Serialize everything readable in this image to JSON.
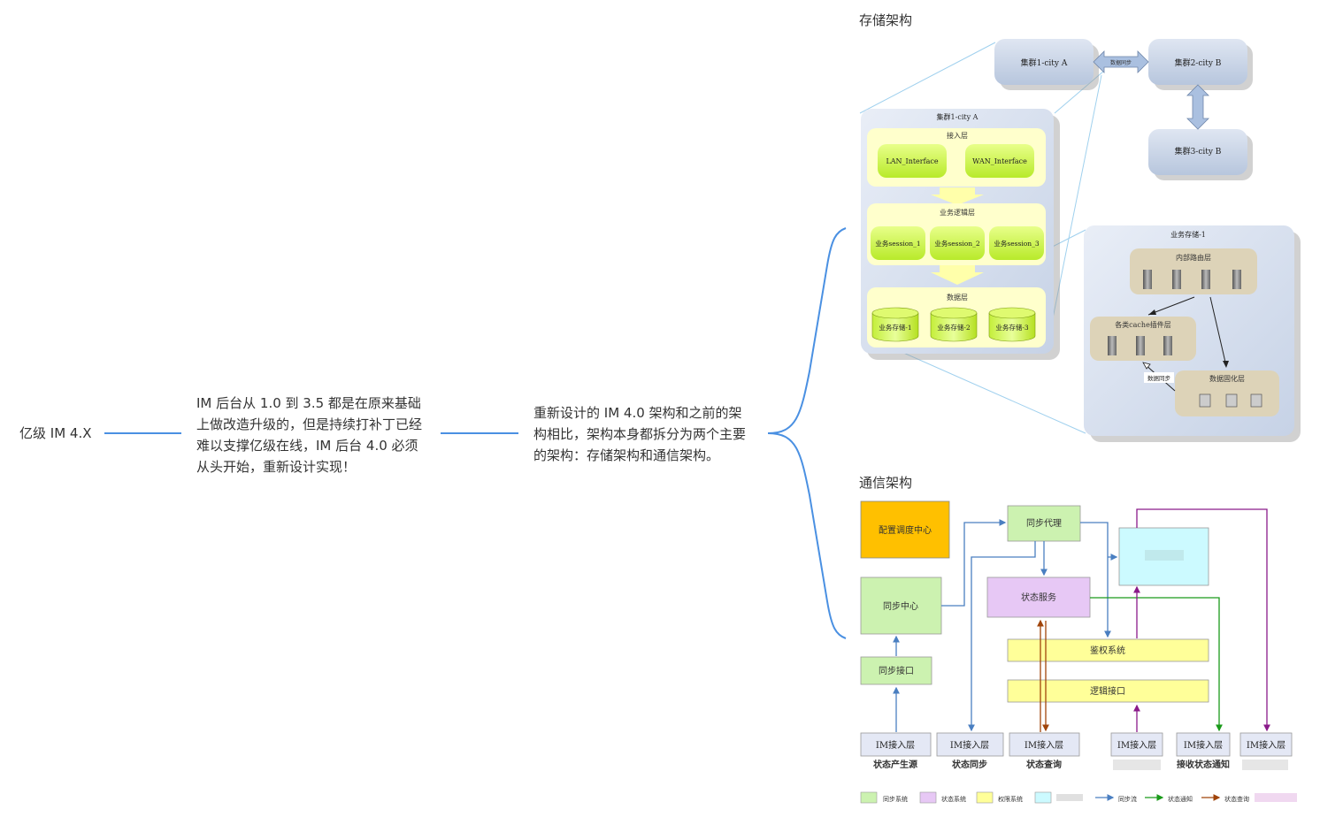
{
  "mindmap": {
    "root": "亿级 IM 4.X",
    "node1": "IM 后台从 1.0 到 3.5 都是在原来基础上做改造升级的，但是持续打补丁已经难以支撑亿级在线，IM 后台 4.0 必须从头开始，重新设计实现！",
    "node2": "重新设计的 IM 4.0 架构和之前的架构相比，架构本身都拆分为两个主要的架构：存储架构和通信架构。",
    "connector_color": "#4a90e2"
  },
  "storage": {
    "title": "存储架构",
    "cluster_a": "集群1-city A",
    "cluster_b2": "集群2-city B",
    "cluster_b3": "集群3-city B",
    "sync_label": "数据同步",
    "detail_title": "集群1-city A",
    "access_layer": "接入层",
    "lan": "LAN_Interface",
    "wan": "WAN_Interface",
    "logic_layer": "业务逻辑层",
    "sessions": [
      "业务session_1",
      "业务session_2",
      "业务session_3"
    ],
    "data_layer": "数据层",
    "stores": [
      "业务存储-1",
      "业务存储-2",
      "业务存储-3"
    ],
    "store_detail_title": "业务存储-1",
    "routing_layer": "内部路由层",
    "cache_layer": "各类cache插件层",
    "persist_layer": "数据固化层",
    "data_sync": "数据同步"
  },
  "comm": {
    "title": "通信架构",
    "config_center": "配置调度中心",
    "sync_proxy": "同步代理",
    "sync_center": "同步中心",
    "status_service": "状态服务",
    "auth_system": "鉴权系统",
    "logic_interface": "逻辑接口",
    "sync_interface": "同步接口",
    "access": [
      "IM接入层",
      "IM接入层",
      "IM接入层",
      "IM接入层",
      "IM接入层",
      "IM接入层"
    ],
    "access_captions": [
      "状态产生源",
      "状态同步",
      "状态查询",
      "",
      "接收状态通知",
      ""
    ],
    "legend": {
      "sync_sys": "同步系统",
      "status_sys": "状态系统",
      "auth_sys": "权限系统",
      "sync_flow": "同步流",
      "status_notify": "状态通知",
      "status_query": "状态查询"
    },
    "colors": {
      "sync_blue": "#4a7fc1",
      "notify_green": "#1a9a1a",
      "query_brown": "#a0440a",
      "purple": "#8a1a8a"
    }
  }
}
